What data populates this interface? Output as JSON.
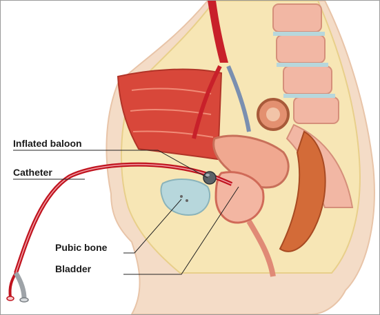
{
  "labels": {
    "inflated_balloon": "Inflated baloon",
    "catheter": "Catheter",
    "pubic_bone": "Pubic bone",
    "bladder": "Bladder"
  },
  "colors": {
    "skin": "#f4dcc7",
    "fat": "#f7e6b5",
    "muscle": "#d8473a",
    "bone": "#b7d7dc",
    "vessel": "#c8202a",
    "catheter": "#c0141f",
    "leader": "#222222",
    "frame": "#9a9a9a"
  }
}
